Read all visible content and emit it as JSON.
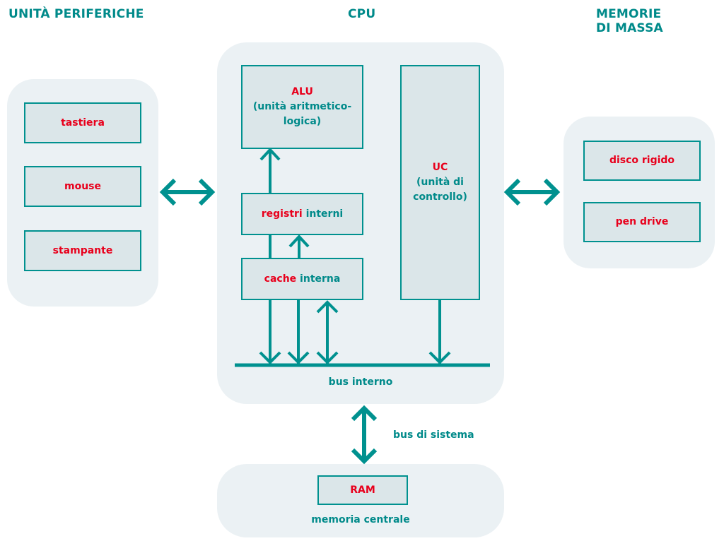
{
  "titles": {
    "peripherals": "UNITÀ PERIFERICHE",
    "cpu": "CPU",
    "mass_storage_line1": "MEMORIE",
    "mass_storage_line2": "DI MASSA"
  },
  "peripherals": {
    "items": [
      {
        "label": "tastiera"
      },
      {
        "label": "mouse"
      },
      {
        "label": "stampante"
      }
    ]
  },
  "cpu": {
    "alu": {
      "name": "ALU",
      "description_line1": "(unità aritmetico-",
      "description_line2": "logica)"
    },
    "uc": {
      "name": "UC",
      "description_line1": "(unità di",
      "description_line2": "controllo)"
    },
    "registers": {
      "name": "registri",
      "qualifier": "interni"
    },
    "cache": {
      "name": "cache",
      "qualifier": "interna"
    },
    "internal_bus": "bus interno"
  },
  "mass_storage": {
    "items": [
      {
        "label": "disco rigido"
      },
      {
        "label": "pen drive"
      }
    ]
  },
  "system_bus": "bus di sistema",
  "main_memory": {
    "ram": "RAM",
    "label": "memoria centrale"
  },
  "colors": {
    "teal": "#008a8a",
    "red": "#e8001c",
    "panel": "#ebf1f4",
    "box": "#dbe6e9"
  }
}
